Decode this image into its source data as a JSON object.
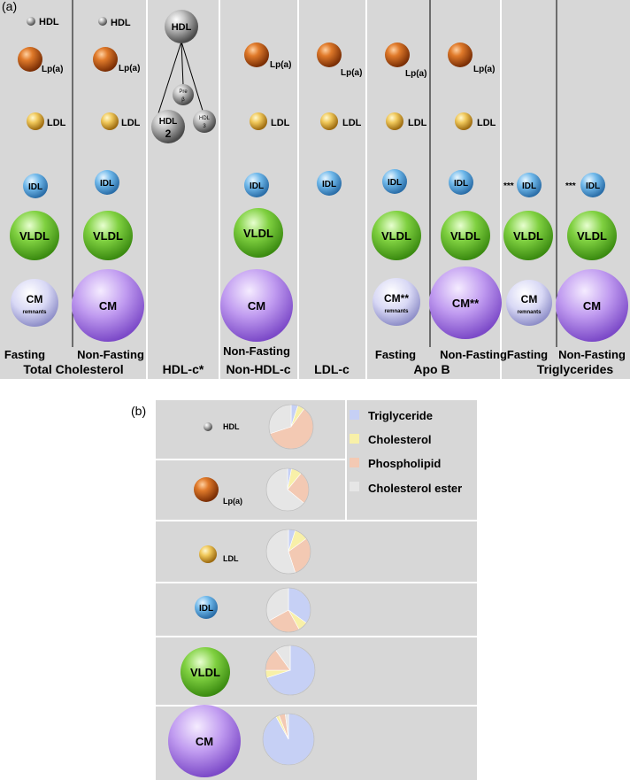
{
  "panel_a": {
    "label": "(a)",
    "columns": [
      {
        "title": "Total Cholesterol",
        "subs": [
          "Fasting",
          "Non-Fasting"
        ]
      },
      {
        "title": "HDL-c*",
        "subs": []
      },
      {
        "title": "Non-HDL-c",
        "subs": [
          "Non-Fasting"
        ]
      },
      {
        "title": "LDL-c",
        "subs": []
      },
      {
        "title": "Apo B",
        "subs": [
          "Fasting",
          "Non-Fasting"
        ]
      },
      {
        "title": "Triglycerides",
        "subs": [
          "Fasting",
          "Non-Fasting"
        ]
      }
    ],
    "particle_labels": {
      "hdl": "HDL",
      "lpa": "Lp(a)",
      "ldl": "LDL",
      "idl": "IDL",
      "vldl": "VLDL",
      "cm": "CM",
      "cm_remnants_top": "CM",
      "cm_remnants_bottom": "remnants",
      "cm_apob": "CM**",
      "cm_remnants_apob_top": "CM**",
      "triple_star": "***"
    },
    "hdl_subclasses": {
      "top": "HDL",
      "pre_beta_1": "Pre",
      "pre_beta_2": "β",
      "hdl2_1": "HDL",
      "hdl2_2": "2",
      "hdl3_1": "HDL",
      "hdl3_2": "3"
    }
  },
  "panel_b": {
    "label": "(b)",
    "legend": [
      {
        "name": "Triglyceride",
        "color": "#c6d0f5"
      },
      {
        "name": "Cholesterol",
        "color": "#f8f0a8"
      },
      {
        "name": "Phospholipid",
        "color": "#f3c9b3"
      },
      {
        "name": "Cholesterol ester",
        "color": "#e6e6e6"
      }
    ],
    "rows": [
      {
        "particle": "HDL",
        "composition": [
          0.05,
          0.05,
          0.6,
          0.3
        ]
      },
      {
        "particle": "Lp(a)",
        "composition": [
          0.03,
          0.08,
          0.25,
          0.64
        ]
      },
      {
        "particle": "LDL",
        "composition": [
          0.05,
          0.1,
          0.3,
          0.55
        ]
      },
      {
        "particle": "IDL",
        "composition": [
          0.35,
          0.07,
          0.25,
          0.33
        ]
      },
      {
        "particle": "VLDL",
        "composition": [
          0.7,
          0.05,
          0.15,
          0.1
        ]
      },
      {
        "particle": "CM",
        "composition": [
          0.92,
          0.02,
          0.04,
          0.02
        ]
      }
    ]
  }
}
